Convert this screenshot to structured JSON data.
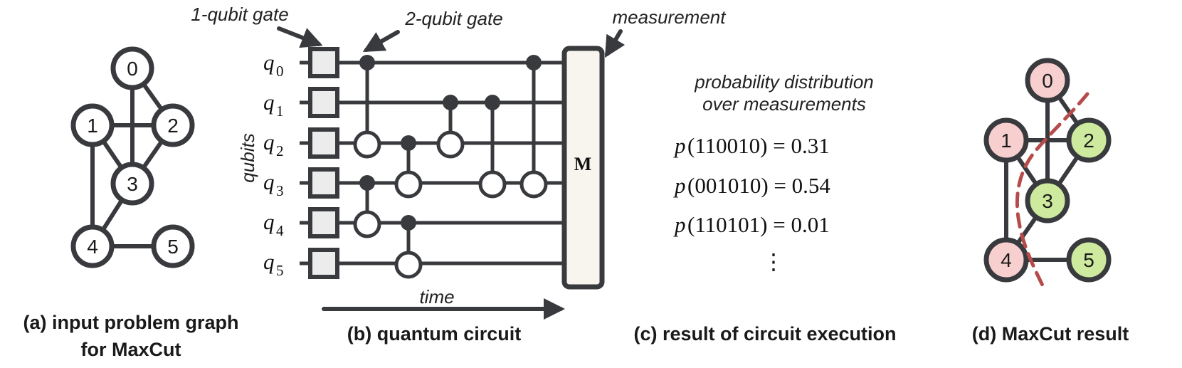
{
  "colors": {
    "stroke": "#383a3e",
    "node_fill": "#ffffff",
    "part_a": "#f7cfcf",
    "part_b": "#cdea9f",
    "gate_fill": "#ececec",
    "measure_fill": "#f8f5ee",
    "cut_line": "#b64b4b"
  },
  "panel_a": {
    "caption_line1": "(a) input problem graph",
    "caption_line2": "for MaxCut",
    "nodes": [
      "0",
      "1",
      "2",
      "3",
      "4",
      "5"
    ]
  },
  "panel_b": {
    "caption": "(b) quantum circuit",
    "one_qubit_label": "1-qubit gate",
    "two_qubit_label": "2-qubit gate",
    "measurement_label": "measurement",
    "measure_symbol": "M",
    "axis_label": "qubits",
    "time_label": "time",
    "qubit_symbol": "q",
    "qubits": [
      "0",
      "1",
      "2",
      "3",
      "4",
      "5"
    ]
  },
  "panel_c": {
    "caption": "(c) result of circuit execution",
    "heading_line1": "probability distribution",
    "heading_line2": "over measurements",
    "prob_symbol": "p",
    "rows": [
      {
        "arg": "(110010) = 0.31"
      },
      {
        "arg": "(001010) = 0.54"
      },
      {
        "arg": "(110101) = 0.01"
      }
    ],
    "ellipsis": "⋮"
  },
  "panel_d": {
    "caption": "(d) MaxCut result",
    "nodes": [
      "0",
      "1",
      "2",
      "3",
      "4",
      "5"
    ]
  }
}
